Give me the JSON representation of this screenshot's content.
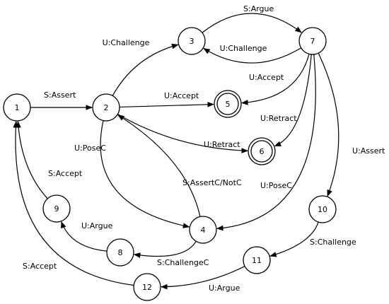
{
  "nodes": [
    {
      "id": "1",
      "label": "1",
      "final": false
    },
    {
      "id": "2",
      "label": "2",
      "final": false
    },
    {
      "id": "3",
      "label": "3",
      "final": false
    },
    {
      "id": "4",
      "label": "4",
      "final": false
    },
    {
      "id": "5",
      "label": "5",
      "final": true
    },
    {
      "id": "6",
      "label": "6",
      "final": true
    },
    {
      "id": "7",
      "label": "7",
      "final": false
    },
    {
      "id": "8",
      "label": "8",
      "final": false
    },
    {
      "id": "9",
      "label": "9",
      "final": false
    },
    {
      "id": "10",
      "label": "10",
      "final": false
    },
    {
      "id": "11",
      "label": "11",
      "final": false
    },
    {
      "id": "12",
      "label": "12",
      "final": false
    }
  ],
  "edges": [
    {
      "id": "e-1-2",
      "from": "1",
      "to": "2",
      "label": "S:Assert"
    },
    {
      "id": "e-2-3",
      "from": "2",
      "to": "3",
      "label": "U:Challenge"
    },
    {
      "id": "e-3-7",
      "from": "3",
      "to": "7",
      "label": "S:Argue"
    },
    {
      "id": "e-7-3",
      "from": "7",
      "to": "3",
      "label": "U:Challenge"
    },
    {
      "id": "e-2-5",
      "from": "2",
      "to": "5",
      "label": "U:Accept"
    },
    {
      "id": "e-7-5",
      "from": "7",
      "to": "5",
      "label": "U:Accept"
    },
    {
      "id": "e-2-6",
      "from": "2",
      "to": "6",
      "label": "U:Retract"
    },
    {
      "id": "e-7-6",
      "from": "7",
      "to": "6",
      "label": "U:Retract"
    },
    {
      "id": "e-2-4",
      "from": "2",
      "to": "4",
      "label": "U:PoseC"
    },
    {
      "id": "e-4-2",
      "from": "4",
      "to": "2",
      "label": "S:AssertC/NotC"
    },
    {
      "id": "e-7-4",
      "from": "7",
      "to": "4",
      "label": "U:PoseC"
    },
    {
      "id": "e-7-10",
      "from": "7",
      "to": "10",
      "label": "U:Assert"
    },
    {
      "id": "e-4-8",
      "from": "4",
      "to": "8",
      "label": "S:ChallengeC"
    },
    {
      "id": "e-8-9",
      "from": "8",
      "to": "9",
      "label": "U:Argue"
    },
    {
      "id": "e-9-1",
      "from": "9",
      "to": "1",
      "label": "S:Accept"
    },
    {
      "id": "e-10-11",
      "from": "10",
      "to": "11",
      "label": "S:Challenge"
    },
    {
      "id": "e-11-12",
      "from": "11",
      "to": "12",
      "label": "U:Argue"
    },
    {
      "id": "e-12-1",
      "from": "12",
      "to": "1",
      "label": "S:Accept"
    }
  ]
}
